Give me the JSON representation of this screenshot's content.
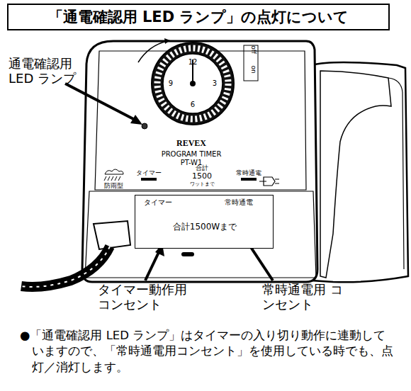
{
  "diagram": {
    "title": "「通電確認用 LED ランプ」の点灯について",
    "caption": "●「通電確認用 LED ランプ」はタイマーの入り切り動作に連動していますので、「常時通電用コンセント」を使用している時でも、点灯／消灯します。",
    "nodes": [
      {
        "text": [
          "タイマー",
          "常時通電",
          "合計1500Wまで"
        ]
      }
    ],
    "labels": [
      "通電確認用 LED ランプ",
      "off",
      "on",
      "12",
      "3",
      "6",
      "9",
      "REVEX",
      "PROGRAM TIMER",
      "PT-W1",
      "防雨型",
      "タイマー",
      "合計",
      "1500",
      "ワットまで",
      "常時通電",
      "タイマー動作用 コンセント",
      "常時通電用 コンセント"
    ]
  }
}
